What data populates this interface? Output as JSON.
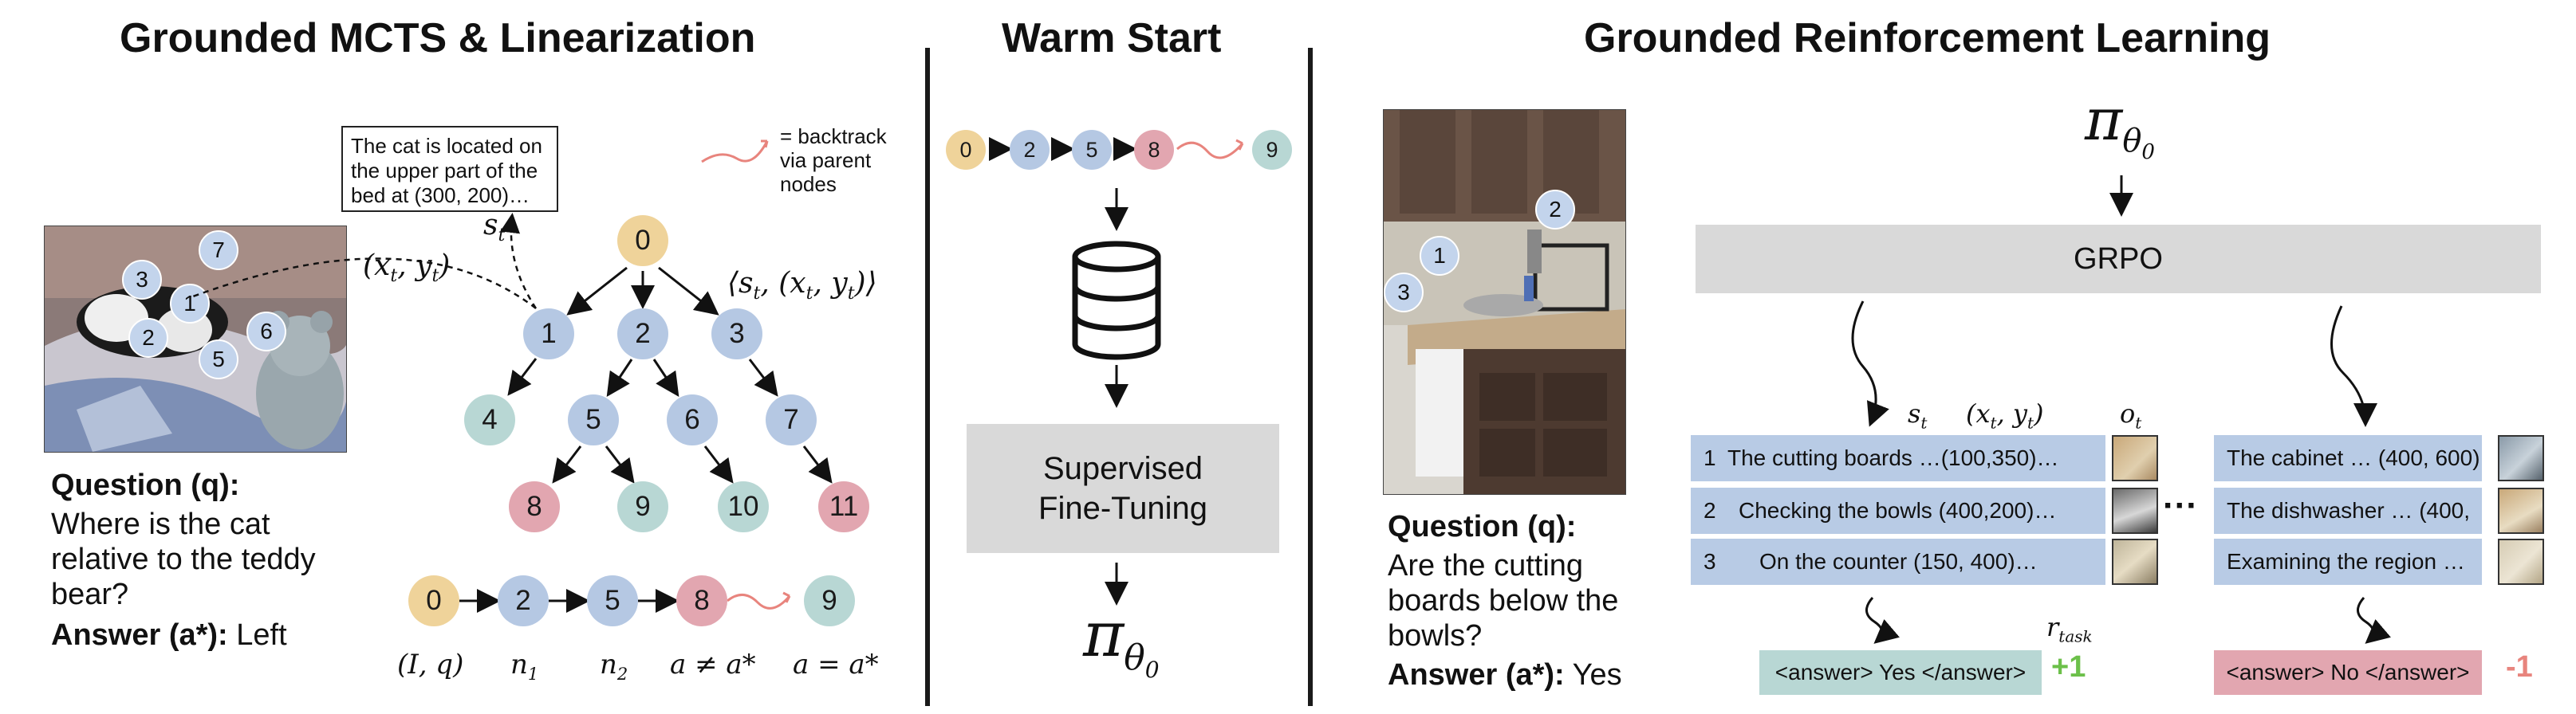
{
  "left_panel": {
    "title": "Grounded MCTS & Linearization",
    "state_box": "The cat is located on the upper part of the bed at (300, 200)…",
    "legend_text": "= backtrack via parent nodes",
    "image_markers": [
      "3",
      "7",
      "1",
      "2",
      "5",
      "6"
    ],
    "question_label": "Question (q):",
    "question_text": "Where is the cat relative to the teddy bear?",
    "answer_label": "Answer (a*):",
    "answer_value": "Left",
    "tree_nodes": [
      "0",
      "1",
      "2",
      "3",
      "4",
      "5",
      "6",
      "7",
      "8",
      "9",
      "10",
      "11"
    ],
    "path_nodes": [
      "0",
      "2",
      "5",
      "8",
      "9"
    ],
    "path_labels": [
      "(I, q)",
      "n1",
      "n2",
      "a ≠ a*",
      "a = a*"
    ],
    "math_st": "st",
    "math_xy": "(xt, yt)",
    "math_tuple": "⟨st, (xt, yt)⟩"
  },
  "middle_panel": {
    "title": "Warm Start",
    "chain_nodes": [
      "0",
      "2",
      "5",
      "8",
      "9"
    ],
    "sft_label": "Supervised Fine-Tuning",
    "policy": "πθ0"
  },
  "right_panel": {
    "title": "Grounded Reinforcement Learning",
    "policy": "πθ0",
    "grpo_label": "GRPO",
    "image_markers": [
      "2",
      "1",
      "3"
    ],
    "question_label": "Question (q):",
    "question_text": "Are the cutting boards below the bowls?",
    "answer_label": "Answer (a*):",
    "answer_value": "Yes",
    "col_st": "st",
    "col_xy": "(xt, yt)",
    "col_ot": "ot",
    "rows_left": [
      {
        "num": "1",
        "text": "The cutting boards …(100,350)…"
      },
      {
        "num": "2",
        "text": "Checking the bowls (400,200)…"
      },
      {
        "num": "3",
        "text": "On the counter (150, 400)…"
      }
    ],
    "rows_right": [
      {
        "text": "The cabinet … (400, 600)"
      },
      {
        "text": "The dishwasher … (400,"
      },
      {
        "text": "Examining the region …"
      }
    ],
    "ellipsis": "···",
    "r_task": "rtask",
    "answer_good": "<answer> Yes </answer>",
    "reward_good": "+1",
    "answer_bad": "<answer> No </answer>",
    "reward_bad": "-1"
  },
  "colors": {
    "yellow": "#efd39a",
    "blue": "#b5c8e3",
    "green": "#b8d7d4",
    "pink": "#e2a6b0",
    "grey_box": "#d9d9d9",
    "reward_good": "#6cc04a",
    "reward_bad": "#e8847d"
  }
}
